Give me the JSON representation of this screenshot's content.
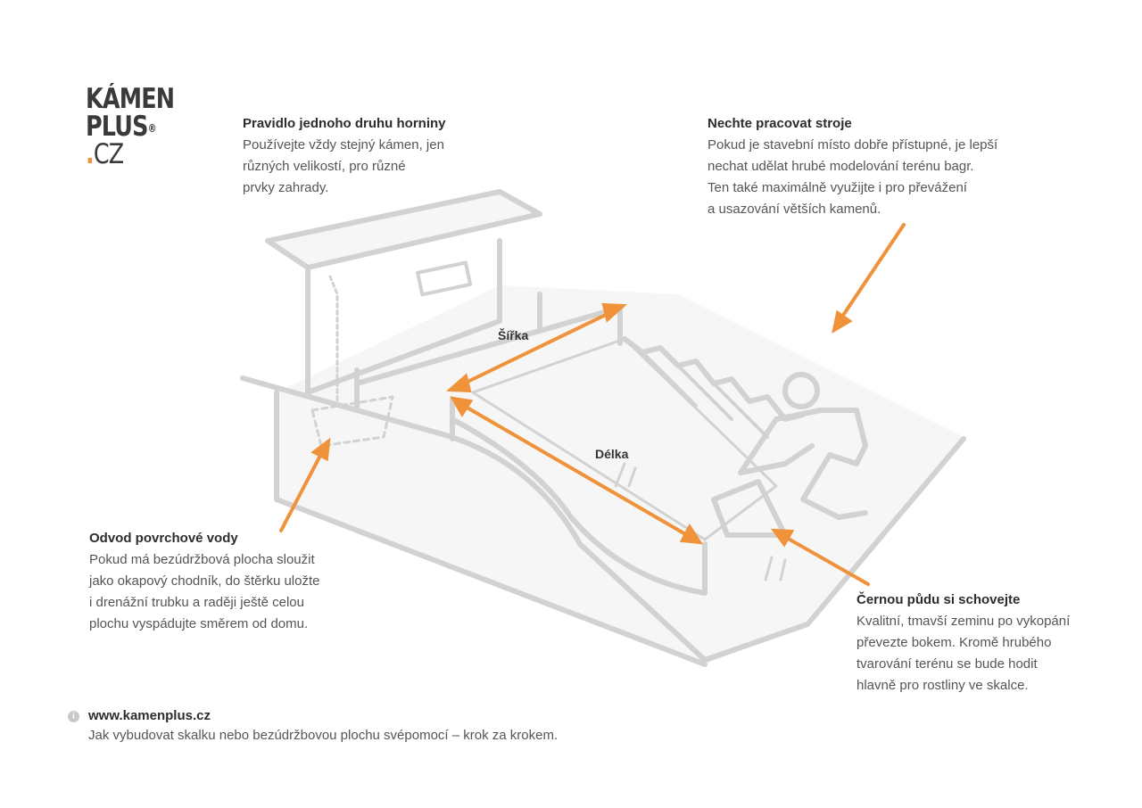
{
  "logo": {
    "line1": "KÁMEN",
    "line2": "PLUS",
    "reg": "®",
    "dot": ".",
    "line3": "CZ"
  },
  "blocks": [
    {
      "title": "Pravidlo jednoho druhu horniny",
      "lines": [
        "Používejte vždy stejný kámen, jen",
        "různých velikostí, pro různé",
        "prvky zahrady."
      ]
    },
    {
      "title": "Nechte pracovat stroje",
      "lines": [
        "Pokud je stavební místo dobře přístupné, je lepší",
        "nechat udělat hrubé modelování terénu bagr.",
        "Ten také maximálně využijte i pro převážení",
        "a usazování větších kamenů."
      ]
    },
    {
      "title": "Odvod povrchové vody",
      "lines": [
        "Pokud má bezúdržbová plocha sloužit",
        "jako okapový chodník, do štěrku uložte",
        "i drenážní trubku a raději ještě celou",
        "plochu vyspádujte směrem od domu."
      ]
    },
    {
      "title": "Černou půdu si schovejte",
      "lines": [
        "Kvalitní, tmavší zeminu po vykopání",
        "převezte bokem. Kromě hrubého",
        "tvarování terénu se bude hodit",
        "hlavně pro rostliny ve skalce."
      ]
    }
  ],
  "labels": {
    "width": "Šířka",
    "length": "Délka"
  },
  "footer": {
    "url": "www.kamenplus.cz",
    "subtitle": "Jak vybudovat skalku nebo bezúdržbovou plochu svépomocí – krok za krokem."
  },
  "colors": {
    "accent": "#f0923a",
    "line": "#d2d2d2",
    "fill": "#f5f6f5",
    "text": "#555555"
  }
}
